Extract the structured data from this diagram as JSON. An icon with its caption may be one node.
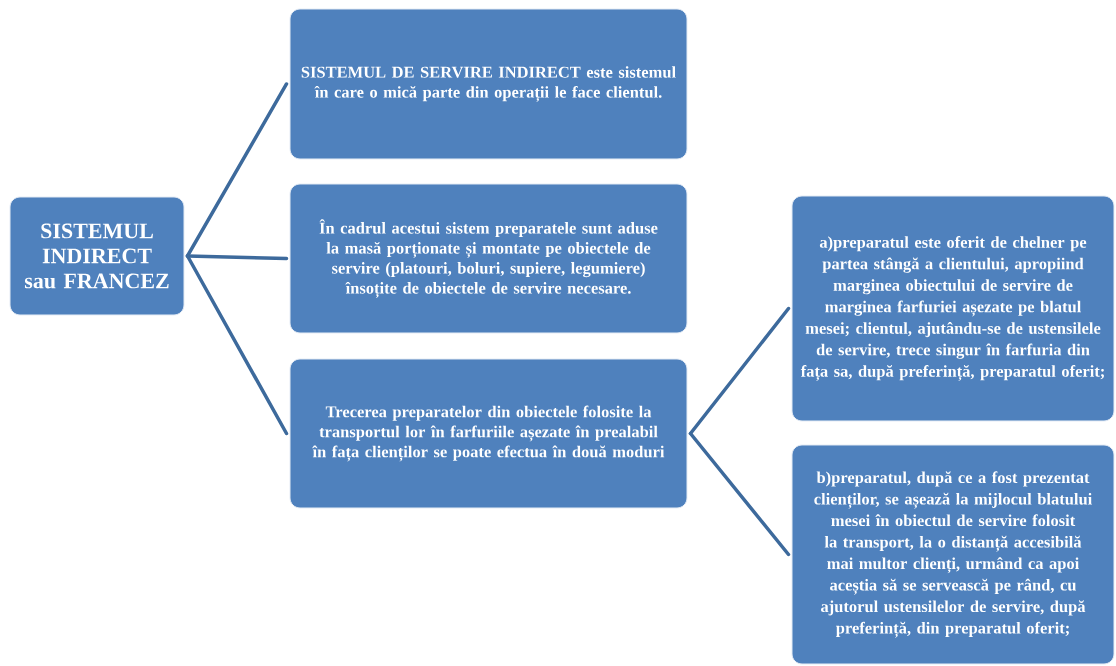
{
  "diagram": {
    "nodes": [
      {
        "text": [
          "SISTEMUL INDIRECT sau FRANCEZ"
        ]
      },
      {
        "text": [
          "SISTEMUL DE SERVIRE INDIRECT este sistemul în care o mică parte din operații le face clientul."
        ]
      },
      {
        "text": [
          "În cadrul acestui sistem preparatele sunt aduse la masă porționate și montate pe obiectele de servire (platouri, boluri, supiere, legumiere) însoțite de obiectele de servire necesare."
        ]
      },
      {
        "text": [
          "Trecerea preparatelor din obiectele folosite la transportul lor în farfuriile așezate în prealabil în fața clienților se poate efectua în două moduri"
        ]
      },
      {
        "text": [
          "a)preparatul este oferit de chelner pe partea stângă a clientului, apropiind marginea obiectului de servire de marginea farfuriei așezate pe blatul mesei; clientul, ajutându-se de ustensilele de servire, trece singur în farfuria din fața sa, după preferință, preparatul oferit;"
        ]
      },
      {
        "text": [
          "b)preparatul, după ce a fost prezentat clienților, se așează la mijlocul blatului mesei în obiectul de servire folosit la transport, la o distanță accesibilă mai multor clienți, urmând  ca apoi aceștia să se servească pe rând, cu ajutorul ustensilelor de servire, după preferință, din preparatul oferit;"
        ]
      }
    ],
    "edges": [
      {
        "from": 0,
        "to": 1,
        "arrow": "none"
      },
      {
        "from": 0,
        "to": 2,
        "arrow": "none"
      },
      {
        "from": 0,
        "to": 3,
        "arrow": "none"
      },
      {
        "from": 3,
        "to": 4,
        "arrow": "none"
      },
      {
        "from": 3,
        "to": 5,
        "arrow": "none"
      }
    ]
  }
}
